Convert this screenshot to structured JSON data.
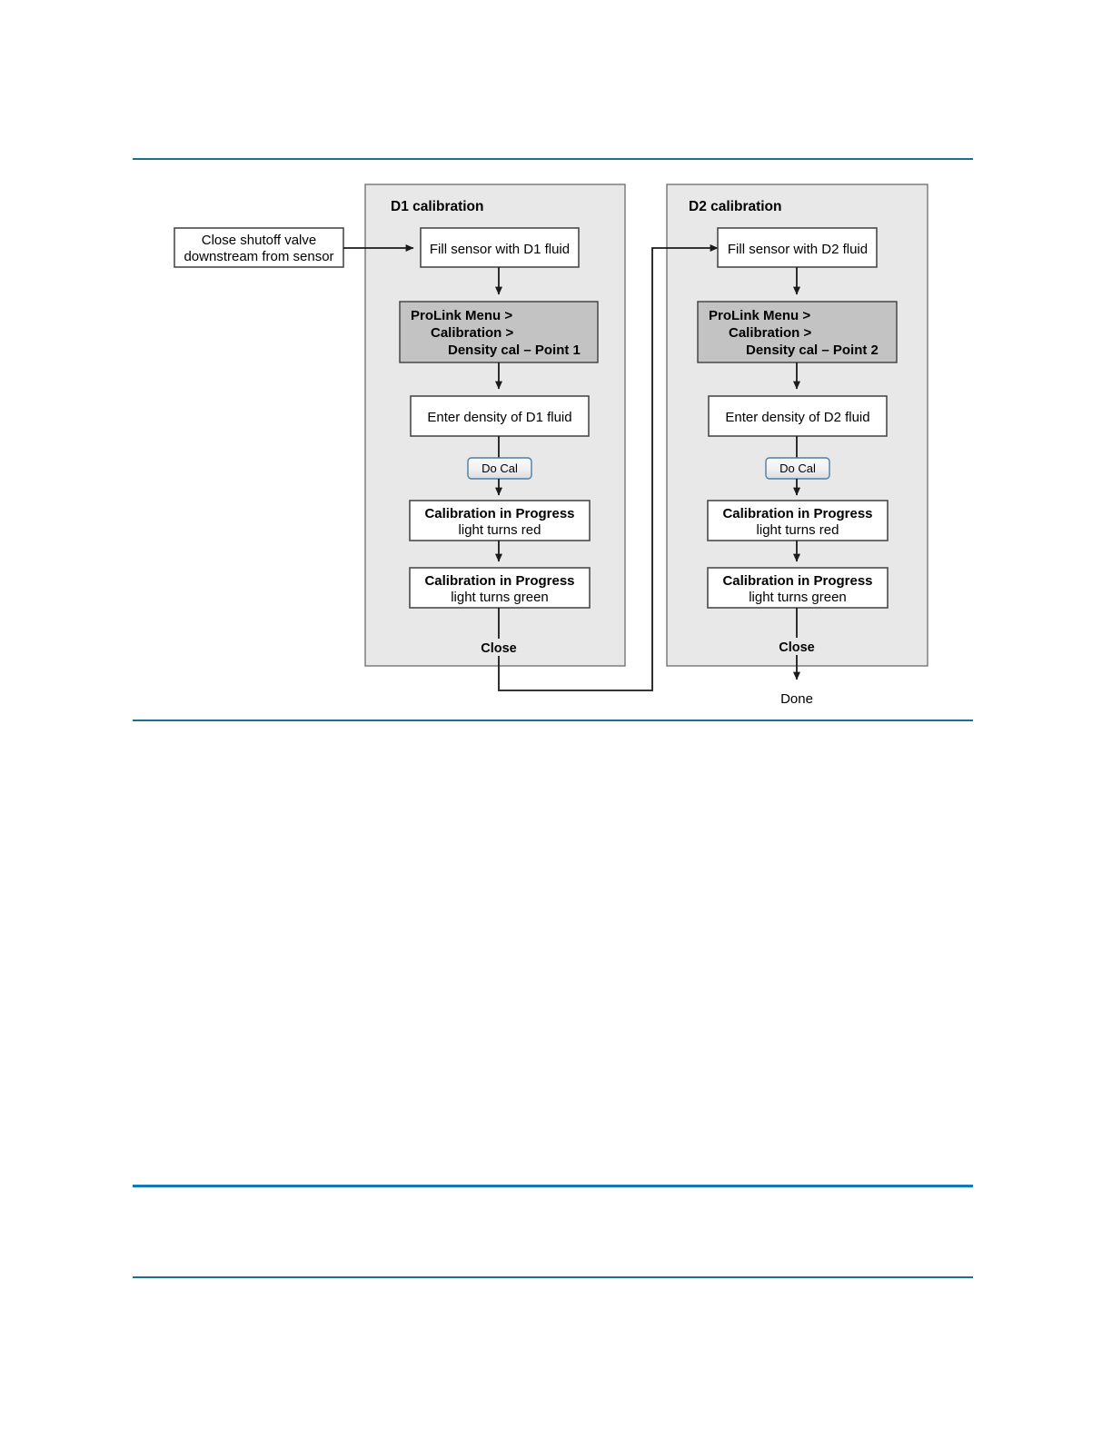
{
  "document": {
    "rules": [
      {
        "name": "top-rule",
        "color": "#1c6f8d"
      },
      {
        "name": "figure-bottom-rule",
        "color": "#1c6f8d"
      },
      {
        "name": "footer-rule-upper",
        "color": "#1279b9"
      },
      {
        "name": "footer-rule-lower",
        "color": "#1c6f8d"
      }
    ]
  },
  "flowchart": {
    "type": "flowchart",
    "start_node": {
      "id": "close-shutoff-valve",
      "line1": "Close shutoff valve",
      "line2": "downstream from sensor"
    },
    "panels": [
      {
        "id": "d1-calibration",
        "title": "D1 calibration",
        "nodes": [
          {
            "id": "fill-sensor-d1",
            "type": "process",
            "text": "Fill sensor with D1 fluid"
          },
          {
            "id": "prolink-menu-point-1",
            "type": "menu-path",
            "lines": [
              "ProLink Menu >",
              "Calibration >",
              "Density cal – Point 1"
            ]
          },
          {
            "id": "enter-density-d1",
            "type": "process",
            "text": "Enter density of D1 fluid"
          },
          {
            "id": "do-cal-d1",
            "type": "button",
            "text": "Do Cal"
          },
          {
            "id": "cal-in-progress-red-d1",
            "type": "status",
            "title": "Calibration in Progress",
            "subtitle": "light turns red"
          },
          {
            "id": "cal-in-progress-green-d1",
            "type": "status",
            "title": "Calibration in Progress",
            "subtitle": "light turns green"
          }
        ],
        "exit_label": "Close"
      },
      {
        "id": "d2-calibration",
        "title": "D2 calibration",
        "nodes": [
          {
            "id": "fill-sensor-d2",
            "type": "process",
            "text": "Fill sensor with D2 fluid"
          },
          {
            "id": "prolink-menu-point-2",
            "type": "menu-path",
            "lines": [
              "ProLink Menu >",
              "Calibration >",
              "Density cal – Point 2"
            ]
          },
          {
            "id": "enter-density-d2",
            "type": "process",
            "text": "Enter density of D2 fluid"
          },
          {
            "id": "do-cal-d2",
            "type": "button",
            "text": "Do Cal"
          },
          {
            "id": "cal-in-progress-red-d2",
            "type": "status",
            "title": "Calibration in Progress",
            "subtitle": "light turns red"
          },
          {
            "id": "cal-in-progress-green-d2",
            "type": "status",
            "title": "Calibration in Progress",
            "subtitle": "light turns green"
          }
        ],
        "exit_label": "Close"
      }
    ],
    "end_node": {
      "id": "done",
      "text": "Done"
    },
    "colors": {
      "panel_fill": "#e8e8e8",
      "panel_border": "#6b6b6b",
      "node_fill": "#ffffff",
      "node_border": "#4a4a4a",
      "menu_fill": "#c3c3c3",
      "button_border": "#4a7fa8",
      "line": "#1a1a1a",
      "rule_teal": "#1c6f8d",
      "rule_blue": "#1279b9"
    }
  }
}
